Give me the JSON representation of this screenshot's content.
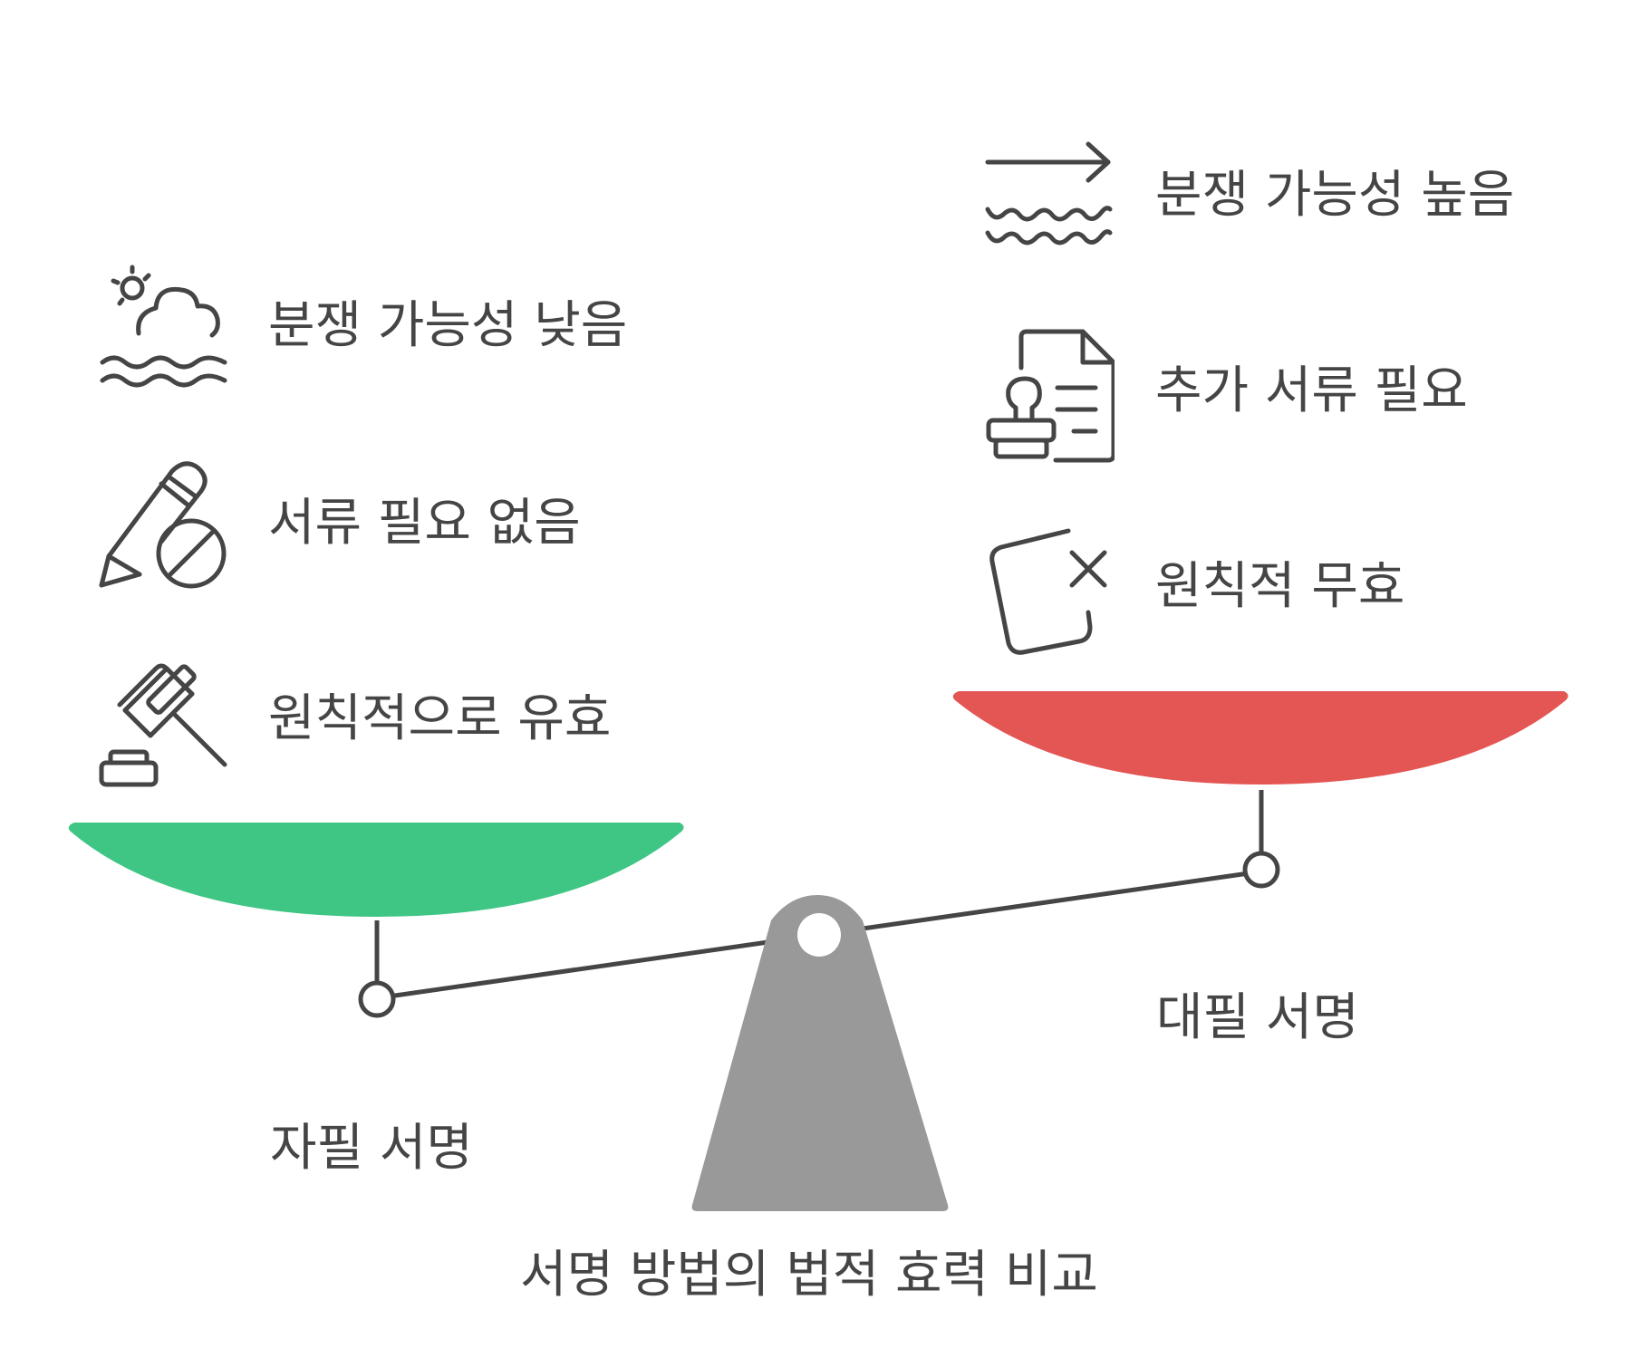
{
  "title": "서명 방법의 법적 효력 비교",
  "left": {
    "name": "자필 서명",
    "color": "#3fc584",
    "items": [
      {
        "icon": "calm-weather-icon",
        "text": "분쟁 가능성 낮음"
      },
      {
        "icon": "no-pen-icon",
        "text": "서류 필요 없음"
      },
      {
        "icon": "gavel-icon",
        "text": "원칙적으로 유효"
      }
    ]
  },
  "right": {
    "name": "대필 서명",
    "color": "#e35654",
    "items": [
      {
        "icon": "rising-waves-icon",
        "text": "분쟁 가능성 높음"
      },
      {
        "icon": "stamped-document-icon",
        "text": "추가 서류 필요"
      },
      {
        "icon": "void-document-icon",
        "text": "원칙적 무효"
      }
    ]
  },
  "colors": {
    "fulcrum": "#999999",
    "stroke": "#454545",
    "text": "#454545"
  }
}
